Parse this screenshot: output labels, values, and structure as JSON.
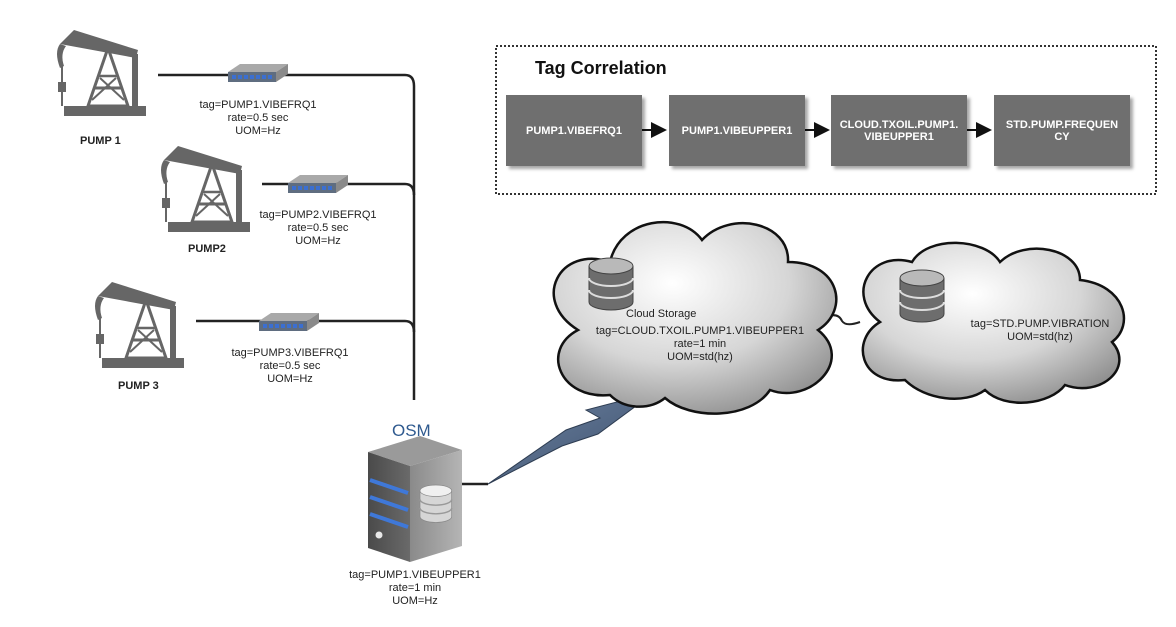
{
  "pumps": [
    {
      "name": "PUMP 1",
      "tag": "tag=PUMP1.VIBEFRQ1",
      "rate": "rate=0.5 sec",
      "uom": "UOM=Hz"
    },
    {
      "name": "PUMP2",
      "tag": "tag=PUMP2.VIBEFRQ1",
      "rate": "rate=0.5 sec",
      "uom": "UOM=Hz"
    },
    {
      "name": "PUMP 3",
      "tag": "tag=PUMP3.VIBEFRQ1",
      "rate": "rate=0.5 sec",
      "uom": "UOM=Hz"
    }
  ],
  "osm": {
    "title": "OSM",
    "tag": "tag=PUMP1.VIBEUPPER1",
    "rate": "rate=1 min",
    "uom": "UOM=Hz"
  },
  "tag_correlation": {
    "title": "Tag Correlation",
    "boxes": [
      "PUMP1.VIBEFRQ1",
      "PUMP1.VIBEUPPER1",
      "CLOUD.TXOIL.PUMP1.VIBEUPPER1",
      "STD.PUMP.FREQUENCY"
    ]
  },
  "cloud_storage": {
    "title": "Cloud Storage",
    "tag": "tag=CLOUD.TXOIL.PUMP1.VIBEUPPER1",
    "rate": "rate=1 min",
    "uom": "UOM=std(hz)"
  },
  "std_cloud": {
    "tag": "tag=STD.PUMP.VIBRATION",
    "uom": "UOM=std(hz)"
  },
  "colors": {
    "box": "#6f6f6f",
    "osm_title": "#2f5a8f",
    "switch_port": "#3b6fd1",
    "server_stripe": "#3f78d8"
  }
}
